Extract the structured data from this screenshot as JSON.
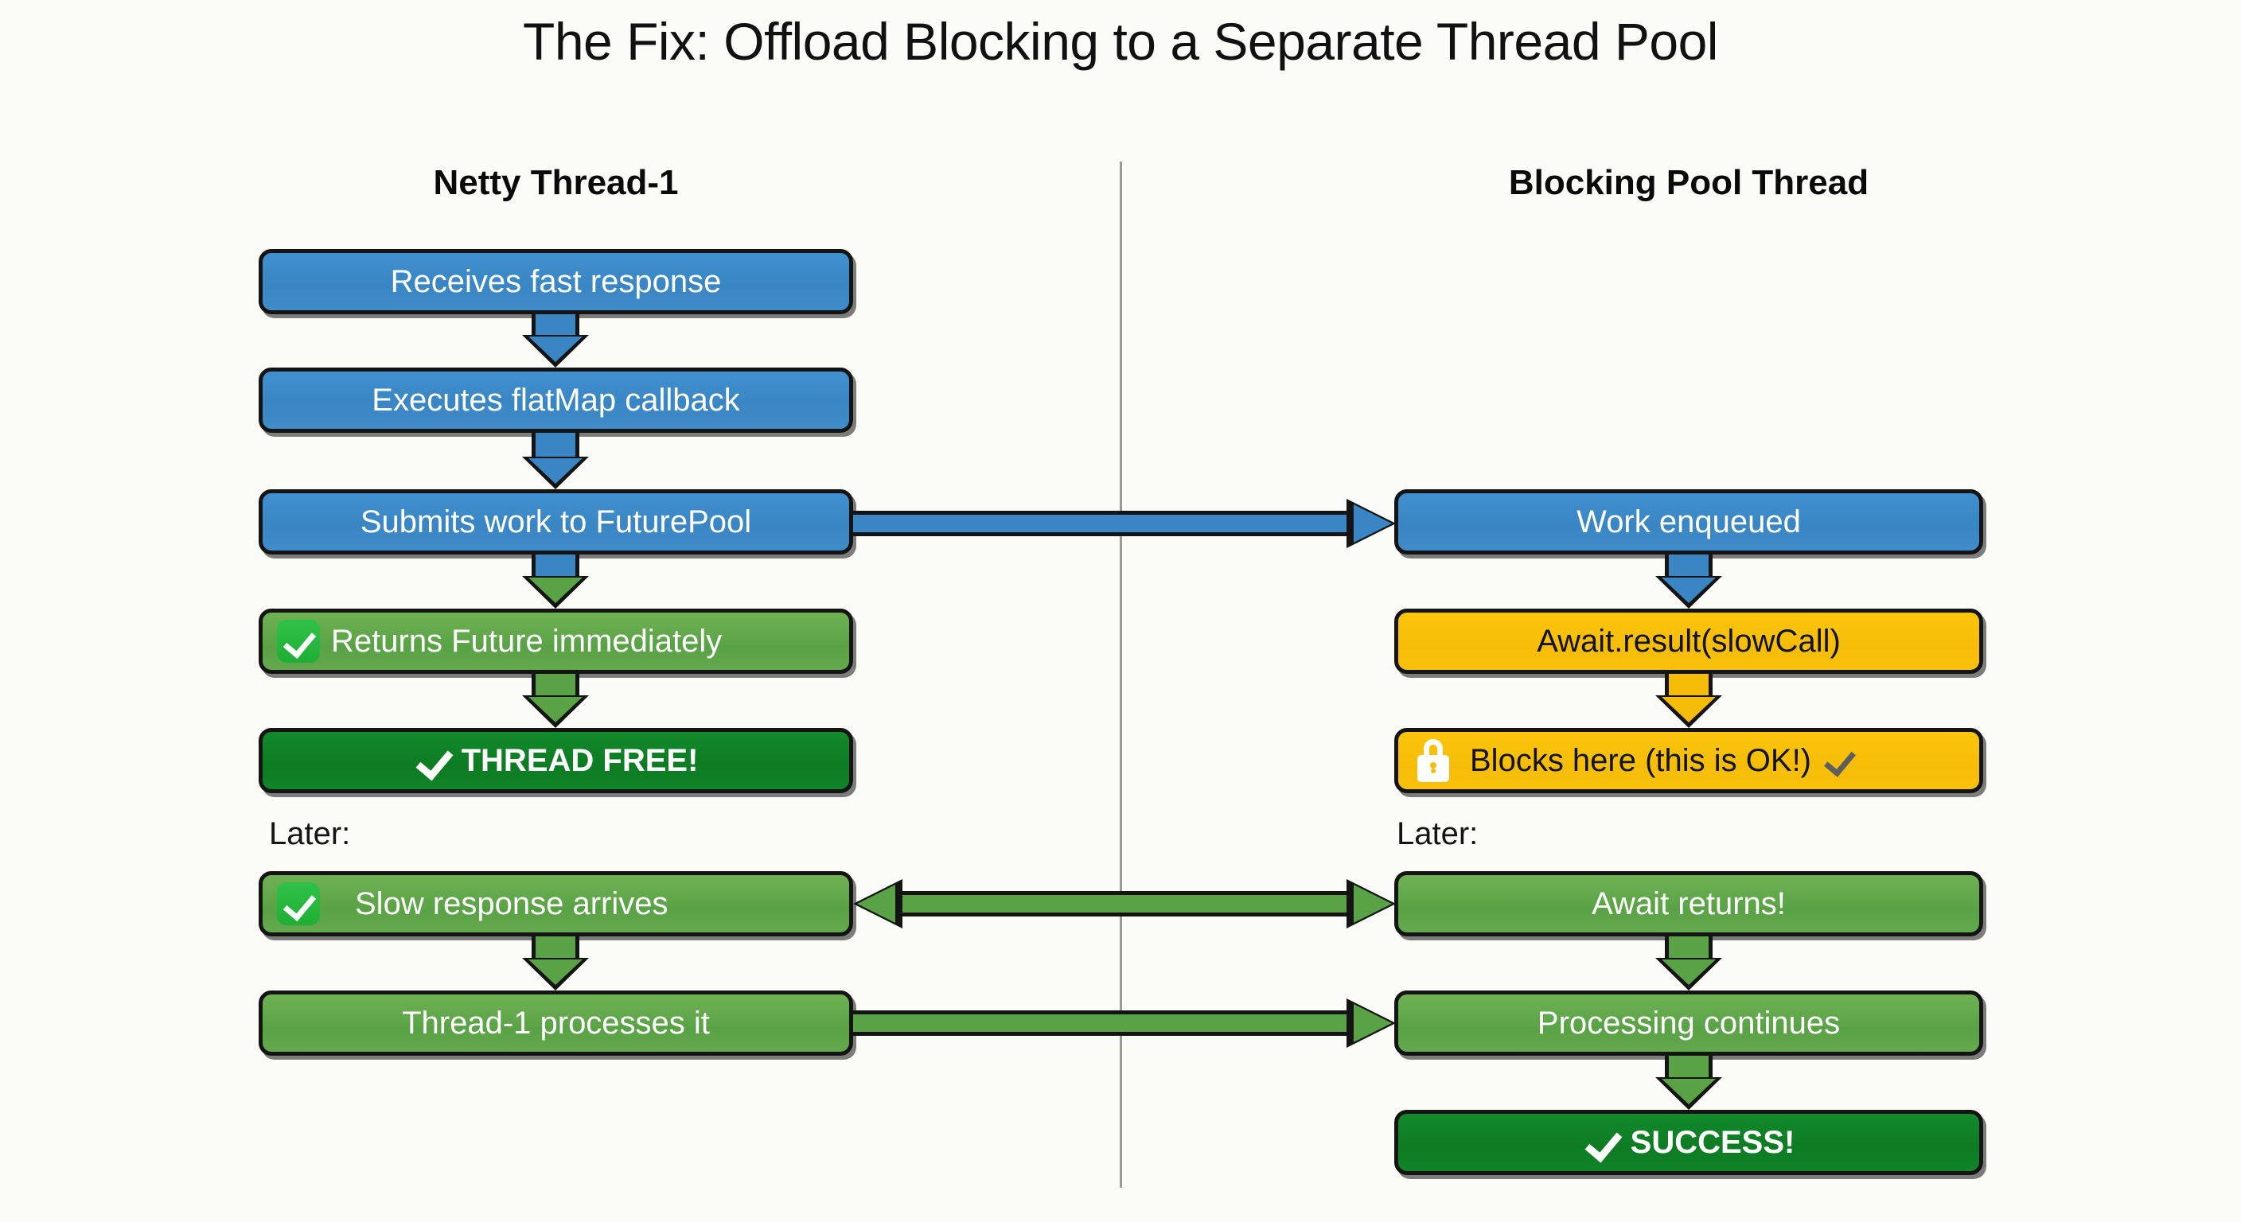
{
  "title": "The Fix: Offload Blocking to a Separate Thread Pool",
  "columns": {
    "left": {
      "header": "Netty Thread-1",
      "later_label": "Later:",
      "nodes": [
        {
          "label": "Receives fast response",
          "color": "#3a86c4",
          "icon": null
        },
        {
          "label": "Executes flatMap callback",
          "color": "#3a86c4",
          "icon": null
        },
        {
          "label": "Submits work to FuturePool",
          "color": "#3a86c4",
          "icon": null
        },
        {
          "label": "Returns Future immediately",
          "color": "#5aa246",
          "icon": "check-emoji-icon"
        },
        {
          "label": "THREAD FREE!",
          "color": "#0d7b22",
          "icon": "check-icon"
        },
        {
          "label": "Slow response arrives",
          "color": "#5aa246",
          "icon": "check-emoji-icon"
        },
        {
          "label": "Thread-1 processes it",
          "color": "#5aa246",
          "icon": null
        }
      ]
    },
    "right": {
      "header": "Blocking Pool Thread",
      "later_label": "Later:",
      "nodes": [
        {
          "label": "Work enqueued",
          "color": "#3a86c4",
          "icon": null
        },
        {
          "label": "Await.result(slowCall)",
          "color": "#f5bd07",
          "icon": null
        },
        {
          "label": "Blocks here (this is OK!)",
          "color": "#f5bd07",
          "icon": "lock-icon",
          "trailing_icon": "check-gray-icon"
        },
        {
          "label": "Await returns!",
          "color": "#5aa246",
          "icon": null
        },
        {
          "label": "Processing continues",
          "color": "#5aa246",
          "icon": null
        },
        {
          "label": "SUCCESS!",
          "color": "#0d7b22",
          "icon": "check-icon"
        }
      ]
    }
  },
  "connectors": {
    "vertical": [
      {
        "from": "Receives fast response",
        "to": "Executes flatMap callback",
        "color": "#3a86c4"
      },
      {
        "from": "Executes flatMap callback",
        "to": "Submits work to FuturePool",
        "color": "#3a86c4"
      },
      {
        "from": "Submits work to FuturePool",
        "to": "Returns Future immediately",
        "color": "#3a86c4"
      },
      {
        "from": "Returns Future immediately",
        "to": "THREAD FREE!",
        "color": "#5aa246"
      },
      {
        "from": "Slow response arrives",
        "to": "Thread-1 processes it",
        "color": "#5aa246"
      },
      {
        "from": "Work enqueued",
        "to": "Await.result(slowCall)",
        "color": "#3a86c4"
      },
      {
        "from": "Await.result(slowCall)",
        "to": "Blocks here (this is OK!)",
        "color": "#f5bd07"
      },
      {
        "from": "Await returns!",
        "to": "Processing continues",
        "color": "#5aa246"
      },
      {
        "from": "Processing continues",
        "to": "SUCCESS!",
        "color": "#5aa246"
      }
    ],
    "horizontal": [
      {
        "from": "Submits work to FuturePool",
        "to": "Work enqueued",
        "color": "#3a86c4",
        "direction": "right"
      },
      {
        "from": "Slow response arrives",
        "to": "Await returns!",
        "color": "#5aa246",
        "direction": "both"
      },
      {
        "from": "Thread-1 processes it",
        "to": "Processing continues",
        "color": "#5aa246",
        "direction": "right"
      }
    ]
  },
  "divider_color": "#9b9b9b",
  "background_color": "#fbfbf8"
}
